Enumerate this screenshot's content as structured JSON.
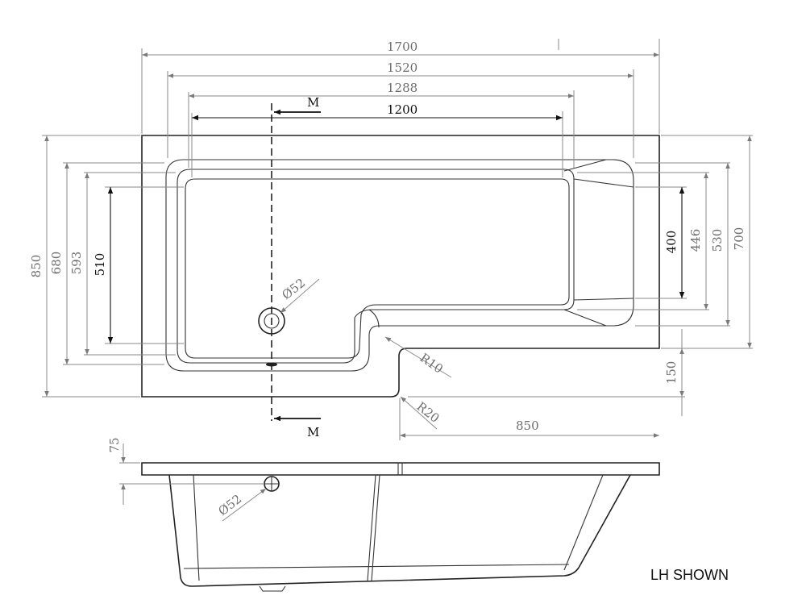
{
  "plan_view": {
    "dims": {
      "overall_width": "1700",
      "width_1520": "1520",
      "width_1288": "1288",
      "width_1200": "1200",
      "overall_depth": "850",
      "depth_680": "680",
      "depth_593": "593",
      "depth_510": "510",
      "depth_400": "400",
      "depth_446": "446",
      "depth_530": "530",
      "depth_700": "700",
      "step_150": "150",
      "step_width_850": "850",
      "radius_inner": "R10",
      "radius_outer": "R20",
      "waste_diameter": "Ø52"
    },
    "section_label_top": "M",
    "section_label_bottom": "M"
  },
  "side_view": {
    "rim_height": "75",
    "overflow_diameter": "Ø52"
  },
  "note": "LH SHOWN",
  "colors": {
    "line": "#222222",
    "dim_line": "#8a8a8a",
    "dim_text": "#6e6e6e"
  }
}
